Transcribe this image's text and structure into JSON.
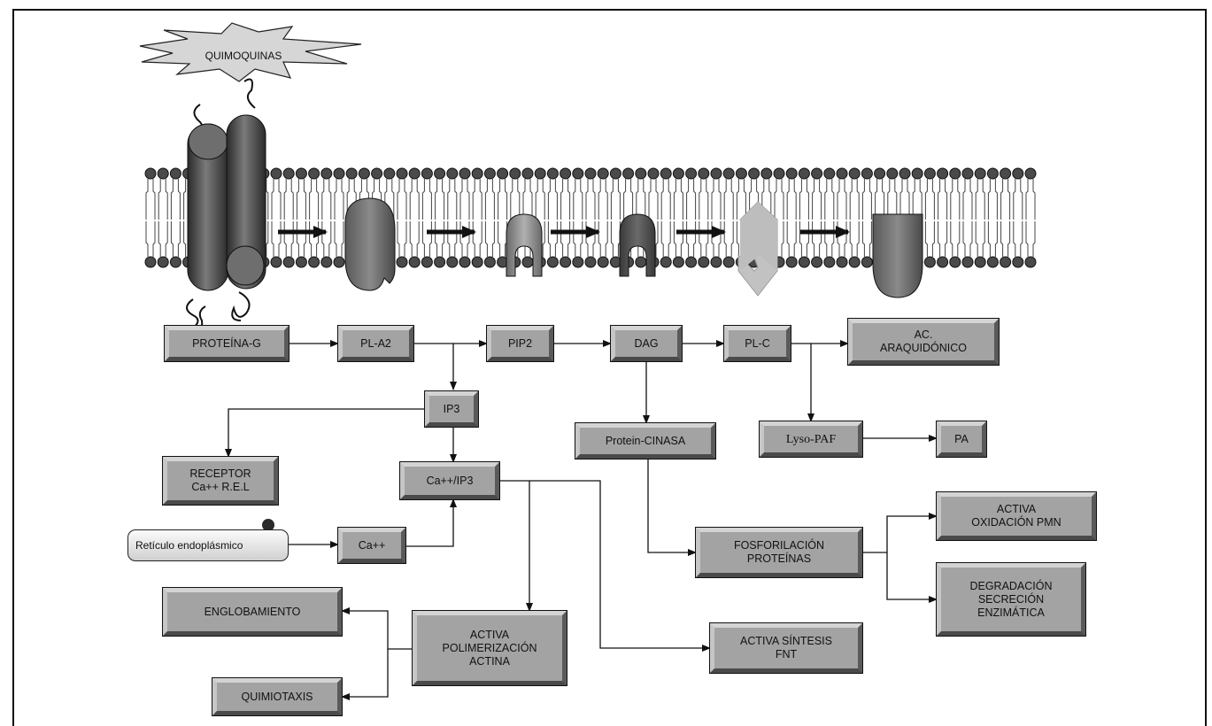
{
  "burst": {
    "label": "QUIMOQUINAS"
  },
  "boxes": {
    "proteina_g": "PROTEÍNA-G",
    "pl_a2": "PL-A2",
    "pip2": "PIP2",
    "dag": "DAG",
    "pl_c": "PL-C",
    "ac_araquidonico": "AC.\nARAQUIDÓNICO",
    "ip3": "IP3",
    "protein_cinasa": "Protein-CINASA",
    "lyso_paf": "Lyso-PAF",
    "pa": "PA",
    "receptor": "RECEPTOR\nCa++ R.E.L",
    "ca_ip3": "Ca++/IP3",
    "reticulo": "Retículo endoplásmico",
    "ca": "Ca++",
    "fosforilacion": "FOSFORILACIÓN\nPROTEÍNAS",
    "activa_oxidacion": "ACTIVA\nOXIDACIÓN PMN",
    "degradacion": "DEGRADACIÓN\nSECRECIÓN\nENZIMÁTICA",
    "englobamiento": "ENGLOBAMIENTO",
    "activa_polimerizacion": "ACTIVA\nPOLIMERIZACIÓN\nACTINA",
    "activa_sintesis": "ACTIVA SÍNTESIS\nFNT",
    "quimiotaxis": "QUIMIOTAXIS"
  },
  "colors": {
    "box_fill": "#a3a3a3",
    "membrane_head": "#4a4a4a",
    "line": "#111111"
  }
}
